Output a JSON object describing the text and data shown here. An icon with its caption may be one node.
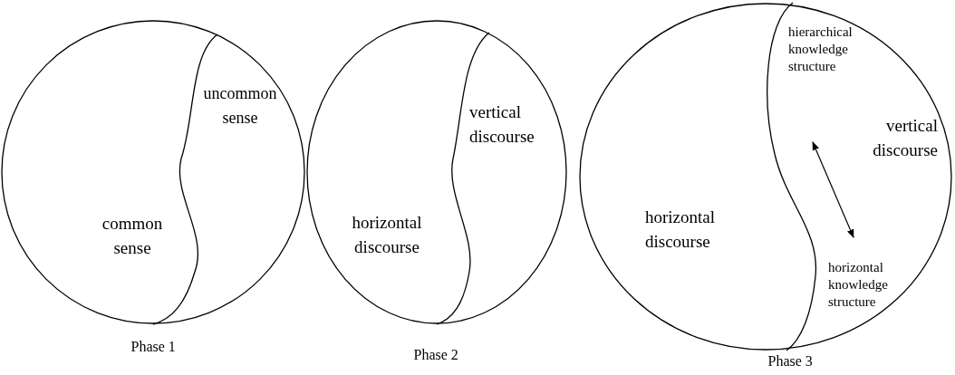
{
  "diagram": {
    "nodes": [
      {
        "text": [],
        "shape": "circle",
        "beside": [
          "Phase 1"
        ]
      },
      {
        "text": [
          "uncommon sense"
        ],
        "in": 0
      },
      {
        "text": [
          "common sense"
        ],
        "in": 0
      },
      {
        "text": [],
        "shape": "circle",
        "beside": [
          "Phase 2"
        ]
      },
      {
        "text": [
          "vertical discourse"
        ],
        "in": 3
      },
      {
        "text": [
          "horizontal discourse"
        ],
        "in": 3
      },
      {
        "text": [],
        "shape": "circle",
        "beside": [
          "Phase 3"
        ]
      },
      {
        "text": [
          "vertical discourse"
        ],
        "in": 6
      },
      {
        "text": [
          "hierarchical knowledge structure"
        ],
        "in": 7
      },
      {
        "text": [
          "horizontal knowledge structure"
        ],
        "in": 7
      },
      {
        "text": [
          "horizontal discourse"
        ],
        "in": 6
      }
    ],
    "edges": [
      {
        "from": 8,
        "to": 9,
        "arrow": "both"
      }
    ]
  }
}
